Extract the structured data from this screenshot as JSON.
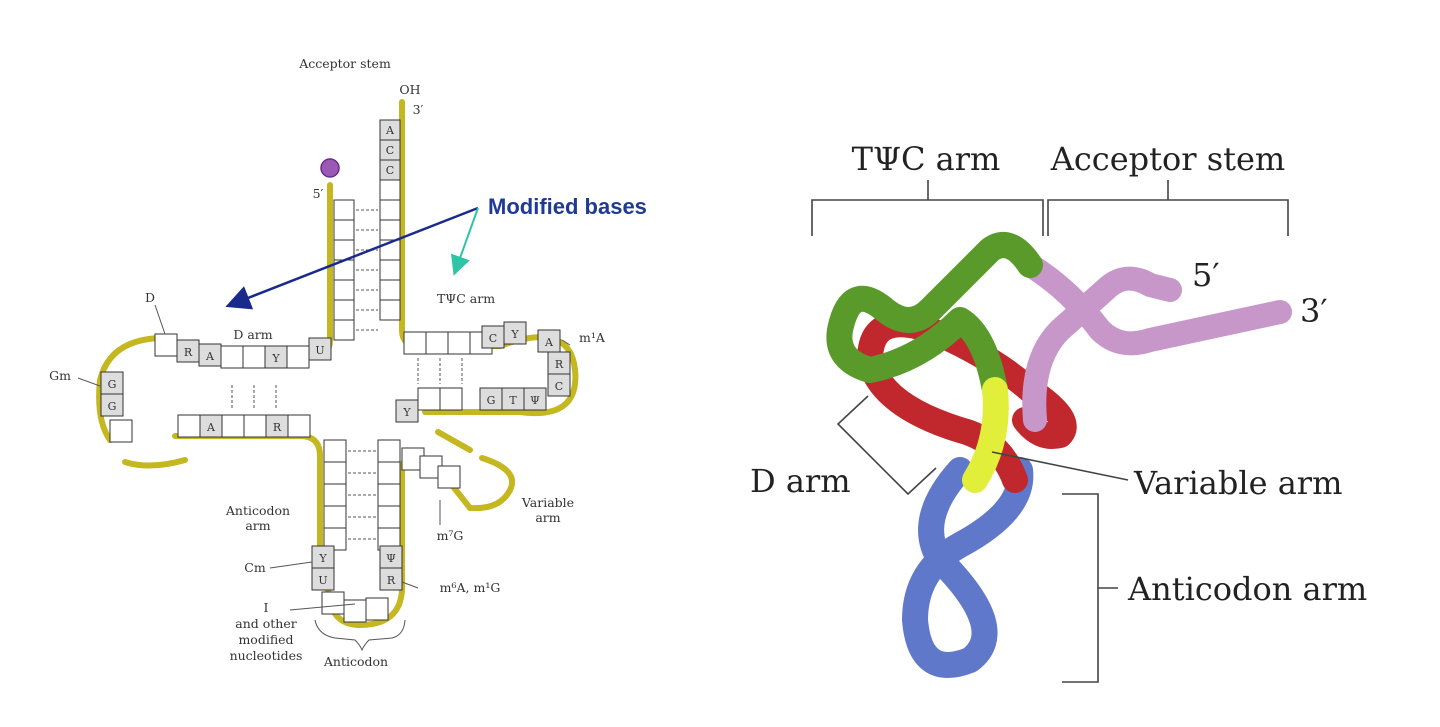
{
  "left_diagram": {
    "labels": {
      "acceptor_stem": "Acceptor stem",
      "oh": "OH",
      "three_prime": "3′",
      "five_prime": "5′",
      "modified_bases": "Modified bases",
      "d": "D",
      "d_arm": "D arm",
      "tpsic_arm": "TΨC arm",
      "m1a": "m¹A",
      "gm": "Gm",
      "anticodon_arm_1": "Anticodon",
      "anticodon_arm_2": "arm",
      "variable_arm_1": "Variable",
      "variable_arm_2": "arm",
      "m7g": "m⁷G",
      "cm": "Cm",
      "m6a_m1g": "m⁶A, m¹G",
      "i_line1": "I",
      "i_line2": "and other",
      "i_line3": "modified",
      "i_line4": "nucleotides",
      "anticodon": "Anticodon"
    },
    "bases": {
      "acceptor": [
        "A",
        "C",
        "C"
      ],
      "d_loop_top": [
        "R",
        "A",
        "Y",
        "U"
      ],
      "gm_pair": [
        "G",
        "G"
      ],
      "d_bottom": [
        "A",
        "R"
      ],
      "tpsic_loop": [
        "C",
        "Y",
        "A",
        "R",
        "C",
        "Ψ",
        "T",
        "G",
        "Y"
      ],
      "anticodon_left": [
        "Y",
        "U"
      ],
      "anticodon_right": [
        "Ψ",
        "R"
      ]
    },
    "colors": {
      "backbone": "#c4b71f",
      "arrow_primary": "#1a2a8c",
      "arrow_secondary": "#2ec4a6",
      "phosphate": "#9b59b6",
      "modified_text": "#1f3a93"
    }
  },
  "right_diagram": {
    "labels": {
      "tpsic_arm": "TΨC arm",
      "acceptor_stem": "Acceptor stem",
      "five_prime": "5′",
      "three_prime": "3′",
      "d_arm": "D arm",
      "variable_arm": "Variable arm",
      "anticodon_arm": "Anticodon arm"
    },
    "colors": {
      "tpsic_arm": "#5a9a2a",
      "acceptor_stem": "#c797c9",
      "d_arm": "#c0282e",
      "variable_arm": "#e2ef3a",
      "anticodon_arm": "#5f78c9"
    }
  }
}
